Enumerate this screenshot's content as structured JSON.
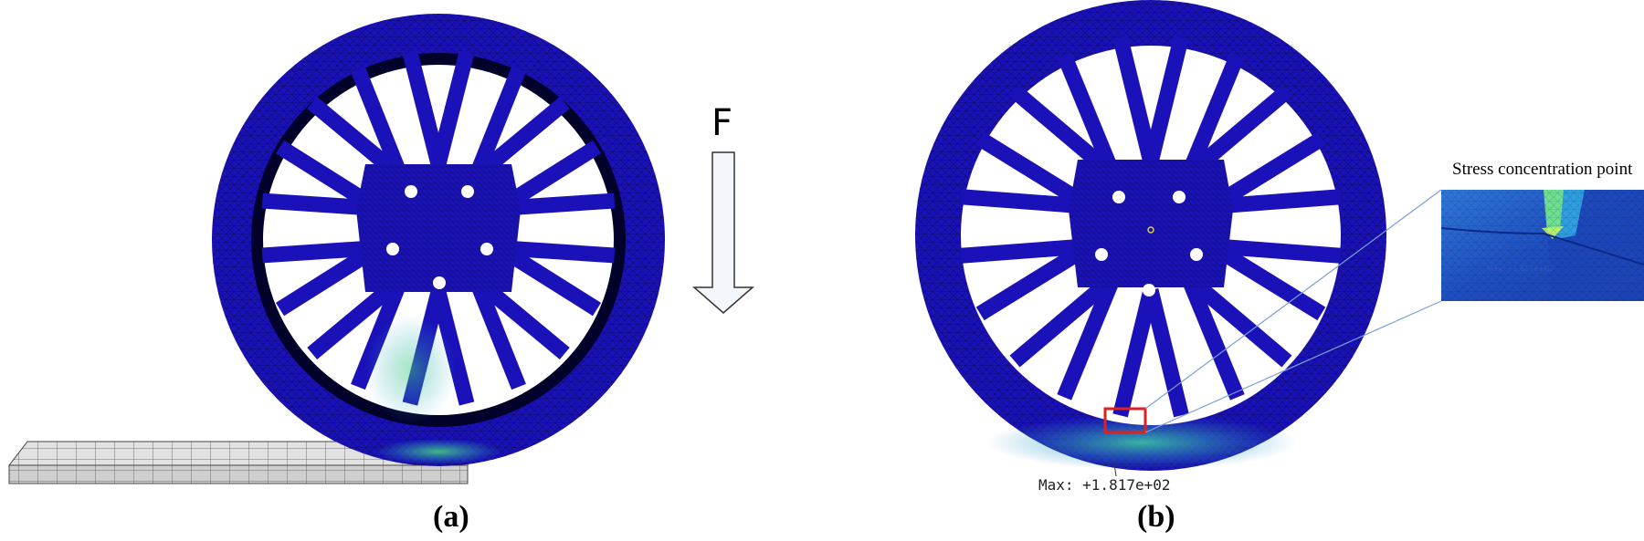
{
  "panels": {
    "a": {
      "label": "(a)",
      "force_label": "F"
    },
    "b": {
      "label": "(b)",
      "max_readout": "Max: +1.817e+02",
      "callout_title": "Stress concentration point",
      "inset_text": "Max: +1.817e+02"
    }
  },
  "colors": {
    "mesh_blue": "#1a12b8",
    "mesh_dark": "#0a0660",
    "stress_green": "#3fbf6a",
    "stress_cyan": "#2a9fd6",
    "highlight_box": "#e02020",
    "ground_plate": "#d9d9d9",
    "arrow_fill": "#f3f6fa",
    "leader_line": "#7aa0d8"
  },
  "icons": {
    "force_arrow": "down-arrow-icon",
    "highlight_box": "red-rectangle-icon"
  }
}
